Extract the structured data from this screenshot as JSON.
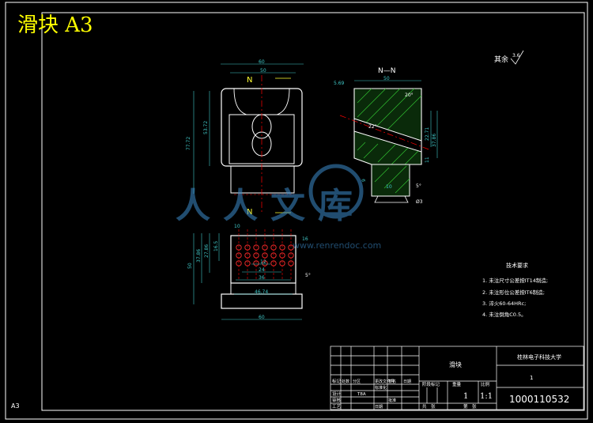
{
  "drawing": {
    "title": "滑块 A3",
    "sheet_size": "A3",
    "section_label": "N—N",
    "view_label_top": "N",
    "view_label_bottom": "N",
    "surface_note": "其余",
    "surface_value": "3.6"
  },
  "dimensions": {
    "top_width_outer": "60",
    "top_width_inner": "50",
    "height_overall": "77.72",
    "height_inner": "53.72",
    "sec_offset": "5.69",
    "sec_width": "50",
    "sec_angle_top": "20°",
    "sec_angle_inner": "22°",
    "sec_dim_a": "22.71",
    "sec_dim_b": "37.86",
    "sec_dim_c": "11",
    "sec_dim_d": "9",
    "sec_dim_e": "10",
    "sec_diam": "Ø3",
    "sec_angle_bottom": "5°",
    "front_h1": "50",
    "front_h2": "37.86",
    "front_h3": "27.86",
    "front_h4": "16.5",
    "front_tip_left": "10",
    "front_tip_right": "16",
    "front_w_12": "12",
    "front_w_24": "24",
    "front_w_36": "36",
    "front_w_base": "46.74",
    "front_w_outer": "60",
    "front_angle": "5°"
  },
  "tech_requirements": {
    "heading": "技术要求",
    "items": [
      "1. 未注尺寸公差按IT14制造;",
      "2. 未注形位公差按IT6制造;",
      "3. 淬火60-64HRc;",
      "4. 未注倒角C0.5。"
    ]
  },
  "title_block": {
    "part_name": "滑块",
    "school": "桂林电子科技大学",
    "row_labels": [
      "标记",
      "设计",
      "审核",
      "工艺"
    ],
    "row_cols": [
      "处数",
      "分区",
      "更改文件号",
      "签名",
      "日期"
    ],
    "std_label": "标准化",
    "approve_label": "批准",
    "date_label": "日期",
    "stage_label": "阶段标记",
    "weight_label": "重量",
    "scale_label": "比例",
    "weight_value": "1",
    "scale_value": "1:1",
    "material": "T8A",
    "sheets_label": "共　张",
    "sheet_no_label": "第　张",
    "drawing_no": "1000110532",
    "sheet_count": "1"
  },
  "watermark": {
    "text": "人人文库",
    "url": "www.renrendoc.com"
  },
  "colors": {
    "background": "#000000",
    "outline": "#ffffff",
    "title": "#ffff00",
    "centerline": "#ff0000",
    "dimension": "#40c8c8",
    "hatch": "#30c030",
    "label": "#ffff33",
    "watermark": "#3c8ccc"
  }
}
